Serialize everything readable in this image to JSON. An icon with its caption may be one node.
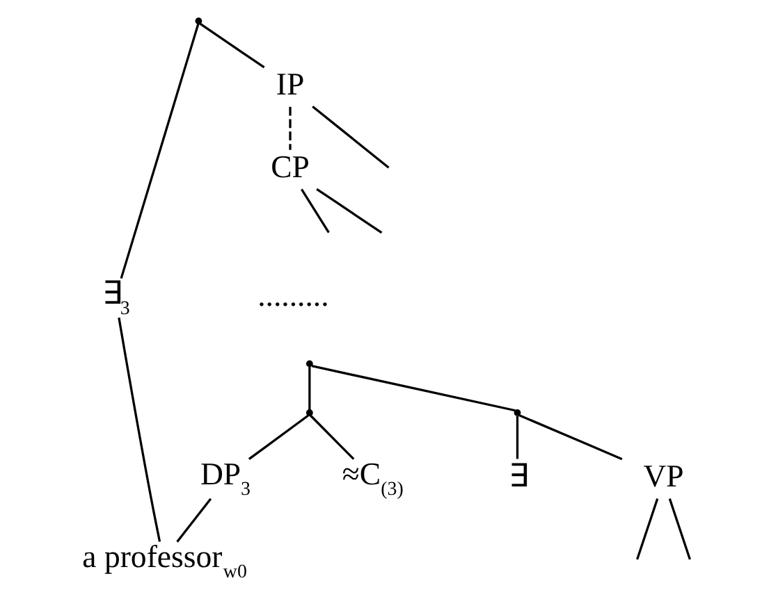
{
  "diagram": {
    "nodes": [
      {
        "text": [],
        "shape": "point"
      },
      {
        "text": [
          "∃$_{3}$"
        ]
      },
      {
        "text": [
          "IP"
        ]
      },
      {
        "text": [
          "CP"
        ]
      },
      {
        "text": [
          "........."
        ]
      },
      {
        "text": [],
        "shape": "point"
      },
      {
        "text": [],
        "shape": "point"
      },
      {
        "text": [],
        "shape": "point"
      },
      {
        "text": [
          "DP$_{3}$"
        ]
      },
      {
        "text": [
          "≈C$_{(3)}$"
        ]
      },
      {
        "text": [
          "∃"
        ]
      },
      {
        "text": [
          "VP"
        ]
      },
      {
        "text": [
          "a professor$_{w0}$"
        ]
      }
    ],
    "edges": [
      {
        "from": 0,
        "to": 1,
        "arrow": "none"
      },
      {
        "from": 0,
        "to": 2,
        "arrow": "none"
      },
      {
        "from": 2,
        "to": null,
        "arrow": "none"
      },
      {
        "from": 2,
        "to": 3,
        "arrow": "none",
        "style": "dashed"
      },
      {
        "from": 3,
        "to": null,
        "arrow": "none"
      },
      {
        "from": 3,
        "to": null,
        "arrow": "none"
      },
      {
        "from": 5,
        "to": 6,
        "arrow": "none"
      },
      {
        "from": 5,
        "to": 7,
        "arrow": "none"
      },
      {
        "from": 6,
        "to": 8,
        "arrow": "none"
      },
      {
        "from": 6,
        "to": 9,
        "arrow": "none"
      },
      {
        "from": 7,
        "to": 10,
        "arrow": "none"
      },
      {
        "from": 7,
        "to": 11,
        "arrow": "none"
      },
      {
        "from": 11,
        "to": null,
        "arrow": "none"
      },
      {
        "from": 11,
        "to": null,
        "arrow": "none"
      },
      {
        "from": 8,
        "to": 12,
        "arrow": "none"
      },
      {
        "from": 1,
        "to": 12,
        "arrow": "none"
      }
    ]
  }
}
